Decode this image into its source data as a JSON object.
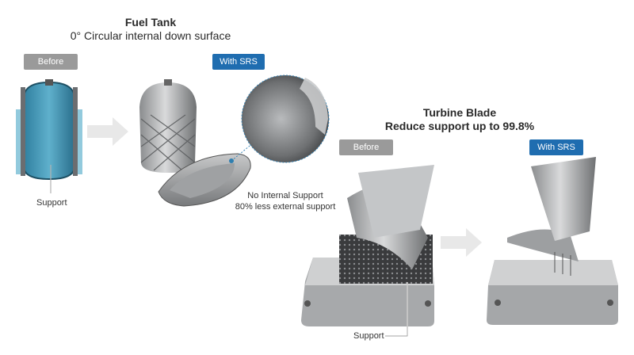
{
  "fuel_tank": {
    "title_line1": "Fuel Tank",
    "title_line2": "0° Circular internal down surface",
    "before_label": "Before",
    "srs_label": "With SRS",
    "support_label": "Support",
    "caption_line1": "No Internal Support",
    "caption_line2": "80% less external support"
  },
  "turbine_blade": {
    "title_line1": "Turbine Blade",
    "title_line2": "Reduce support up to 99.8%",
    "before_label": "Before",
    "srs_label": "With SRS",
    "support_label": "Support"
  },
  "colors": {
    "before_pill": "#9a9a9a",
    "srs_pill": "#1f6db0",
    "tank_cutaway": "#3e93b3",
    "arrow": "#e8e8e8"
  }
}
